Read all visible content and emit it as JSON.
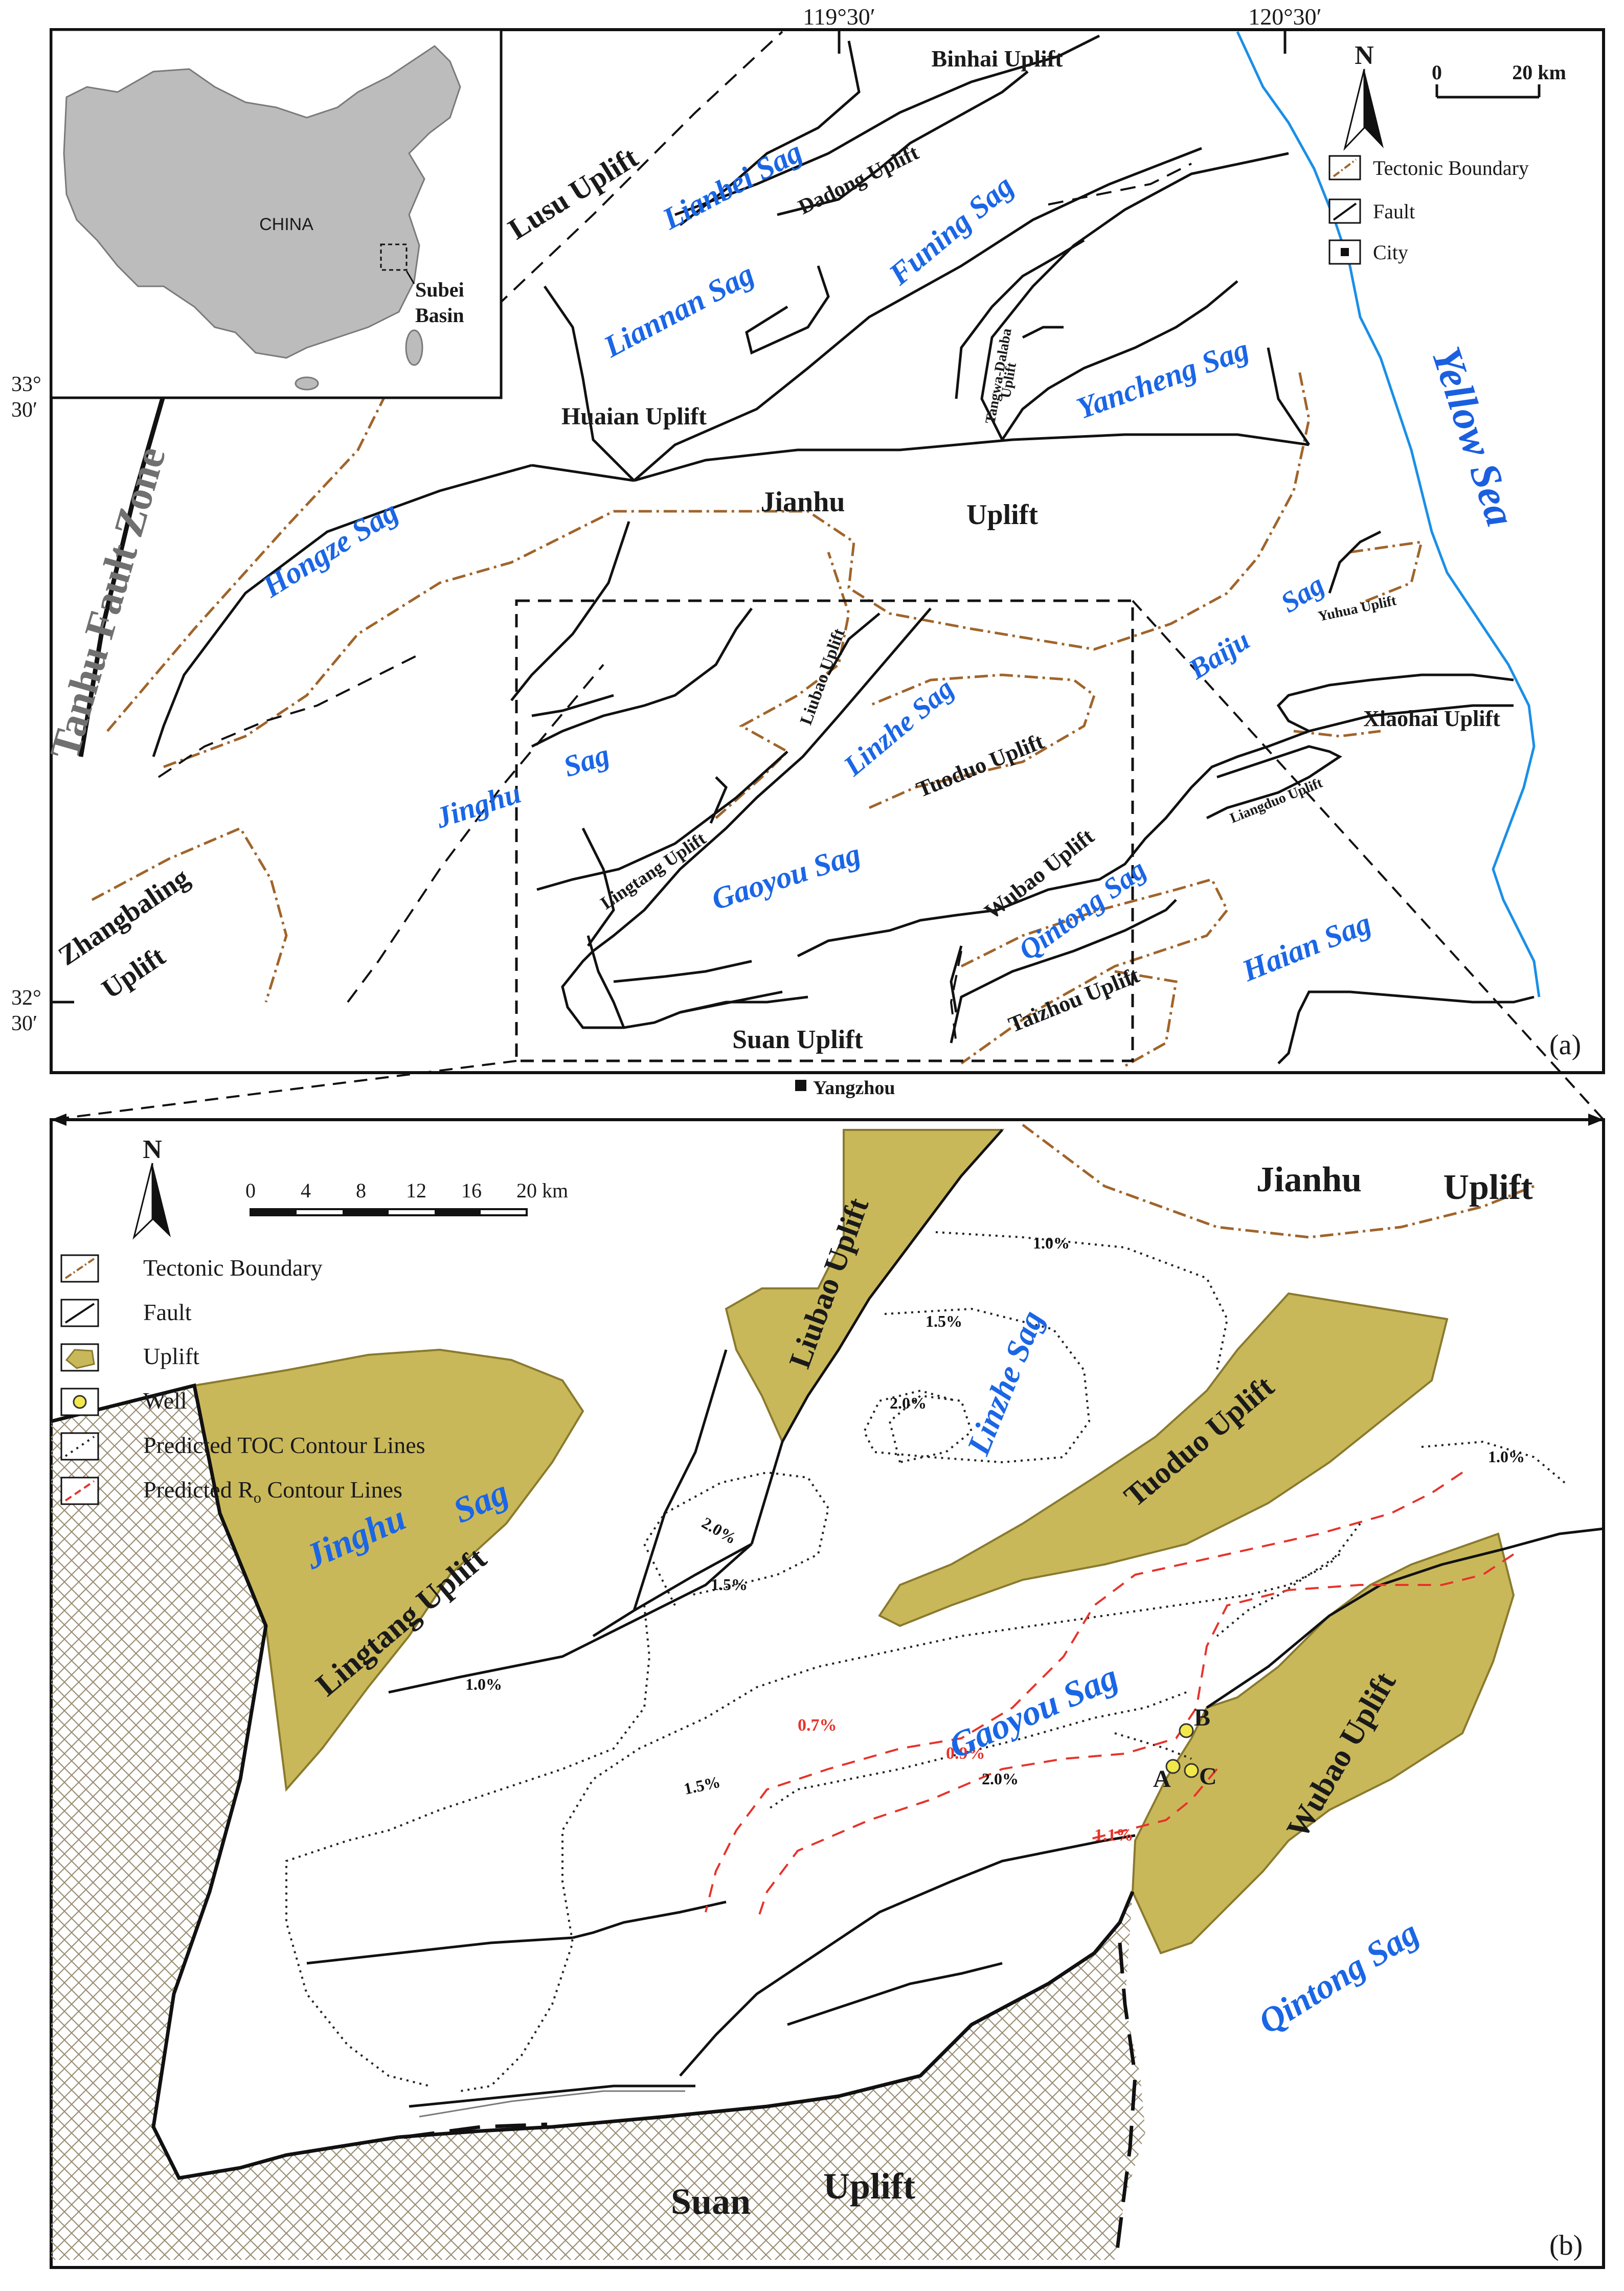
{
  "panel_a": {
    "tag": "(a)",
    "lon_labels": [
      "119°30′",
      "120°30′"
    ],
    "lat_labels": [
      {
        "deg": "33°",
        "min": "30′"
      },
      {
        "deg": "32°",
        "min": "30′"
      }
    ],
    "north": "N",
    "scale": {
      "zero": "0",
      "end": "20 km"
    },
    "legend": {
      "tectonic_boundary": "Tectonic Boundary",
      "fault": "Fault",
      "city": "City"
    },
    "inset": {
      "country": "CHINA",
      "basin_line1": "Subei",
      "basin_line2": "Basin"
    },
    "uplifts": {
      "binhai": "Binhai Uplift",
      "lusu": "Lusu Uplift",
      "dadong": "Dadong Uplift",
      "huaian": "Huaian Uplift",
      "jianhu": "Jianhu",
      "jianhu2": "Uplift",
      "tangwa": "Tangwa-Dalaba",
      "tangwa2": "Uplift",
      "liubao": "Liubao Uplift",
      "tuoduo": "Tuoduo Uplift",
      "lingtang": "Lingtang Uplift",
      "wubao": "Wubao Uplift",
      "taizhou": "Taizhou Uplift",
      "suan": "Suan Uplift",
      "xiaohai": "Xiaohai Uplift",
      "yuhua": "Yuhua Uplift",
      "liangduo": "Liangduo Uplift",
      "zhangbaling": "Zhangbaling",
      "zhangbaling2": "Uplift"
    },
    "sags": {
      "lianbei": "Lianbei Sag",
      "liannan": "Liannan Sag",
      "funing": "Funing Sag",
      "yancheng": "Yancheng Sag",
      "hongze": "Hongze Sag",
      "baiju": "Baiju",
      "baiju2": "Sag",
      "linzhe": "Linzhe Sag",
      "jinghu": "Jinghu",
      "jinghu2": "Sag",
      "gaoyou": "Gaoyou Sag",
      "qintong": "Qintong Sag",
      "haian": "Haian Sag"
    },
    "tanhu": "Tanhu Fault Zone",
    "yellow_sea": "Yellow Sea",
    "city": "Yangzhou"
  },
  "panel_b": {
    "tag": "(b)",
    "north": "N",
    "scale_ticks": [
      "0",
      "4",
      "8",
      "12",
      "16",
      "20"
    ],
    "scale_unit": "km",
    "legend": {
      "tectonic_boundary": "Tectonic Boundary",
      "fault": "Fault",
      "uplift": "Uplift",
      "well": "Well",
      "toc": "Predicted TOC Contour Lines",
      "ro_main": "Predicted R",
      "ro_sub": "o",
      "ro_tail": " Contour Lines"
    },
    "labels": {
      "jianhu": "Jianhu",
      "jianhu2": "Uplift",
      "liubao": "Liubao Uplift",
      "linzhe": "Linzhe Sag",
      "tuoduo": "Tuoduo Uplift",
      "jinghu": "Jinghu",
      "jinghu2": "Sag",
      "lingtang": "Lingtang Uplift",
      "gaoyou": "Gaoyou Sag",
      "wubao": "Wubao Uplift",
      "qintong": "Qintong Sag",
      "suan": "Suan",
      "suan2": "Uplift"
    },
    "toc_labels": [
      "1.0%",
      "1.5%",
      "2.0%",
      "1.0%",
      "2.0%",
      "1.5%",
      "1.0%",
      "1.5%",
      "2.0%"
    ],
    "ro_labels": [
      "0.7%",
      "0.9%",
      "1.1%"
    ],
    "wells": [
      "A",
      "B",
      "C"
    ]
  },
  "colors": {
    "sag_text": "#1a66e6",
    "sea_coast": "#1a8fe6",
    "yellow_sea": "#1a5fe0",
    "tectonic_boundary": "#a0642a",
    "uplift_fill": "#c9b85a",
    "ro_contour": "#e6332a",
    "tanhu": "#707070"
  }
}
